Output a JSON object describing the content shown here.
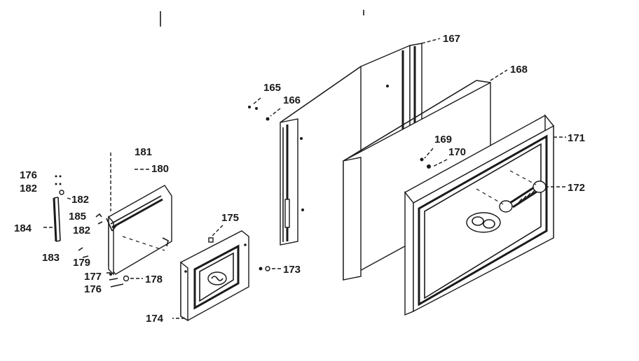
{
  "diagram": {
    "callouts": {
      "c167": "167",
      "c168": "168",
      "c165": "165",
      "c166": "166",
      "c169": "169",
      "c170": "170",
      "c171": "171",
      "c172": "172",
      "c181": "181",
      "c180": "180",
      "c176a": "176",
      "c182a": "182",
      "c182b": "182",
      "c185": "185",
      "c182c": "182",
      "c184": "184",
      "c183": "183",
      "c179": "179",
      "c177": "177",
      "c176b": "176",
      "c178": "178",
      "c175": "175",
      "c173": "173",
      "c174": "174"
    },
    "colors": {
      "ink": "#1a1a1a",
      "paper": "#ffffff"
    }
  }
}
